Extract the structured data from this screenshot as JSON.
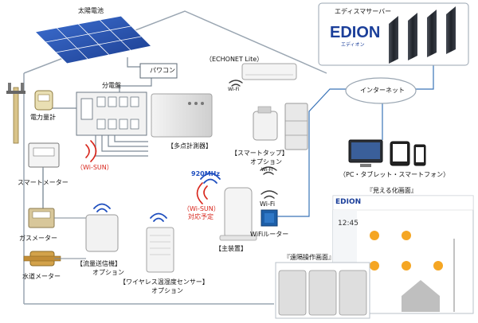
{
  "labels": {
    "solar": "太陽電池",
    "power_conditioner": "パワコン",
    "distribution_board": "分電盤",
    "power_meter": "電力量計",
    "multipoint_meter": "【多点計測器】",
    "smart_meter": "スマートメーター",
    "wisun_left": "（Wi-SUN）",
    "gas_meter": "ガスメーター",
    "water_meter": "水道メーター",
    "flow_transmitter_1": "【流量送信機】",
    "flow_transmitter_2": "オプション",
    "wireless_sensor_1": "【ワイヤレス温湿度センサー】",
    "wireless_sensor_2": "オプション",
    "echonet": "（ECHONET Lite）",
    "smart_tap_1": "【スマートタップ】",
    "smart_tap_2": "オプション",
    "wifi_small_1": "Wi-Fi",
    "wifi_small_2": "Wi-Fi",
    "wifi": "Wi-Fi",
    "wifi_router": "WiFiルーター",
    "freq": "920MHz",
    "wisun_planned_1": "（Wi-SUN）",
    "wisun_planned_2": "対応予定",
    "main_unit": "【主装置】",
    "server": "エディスマサーバー",
    "internet": "インターネット",
    "devices": "（PC・タブレット・スマートフォン）",
    "viz_screen": "『見える化画面』",
    "remote_screen": "『遠隔操作画面』",
    "logo": "EDION",
    "logo_sub": "エディオン"
  },
  "screen": {
    "time": "12:45"
  },
  "colors": {
    "house_line": "#9aa6b2",
    "network_line": "#3a74b8",
    "signal_red": "#d8261c",
    "signal_blue": "#1f4fbf",
    "logo_blue": "#1b3f9a",
    "logo_orange": "#f39800"
  }
}
